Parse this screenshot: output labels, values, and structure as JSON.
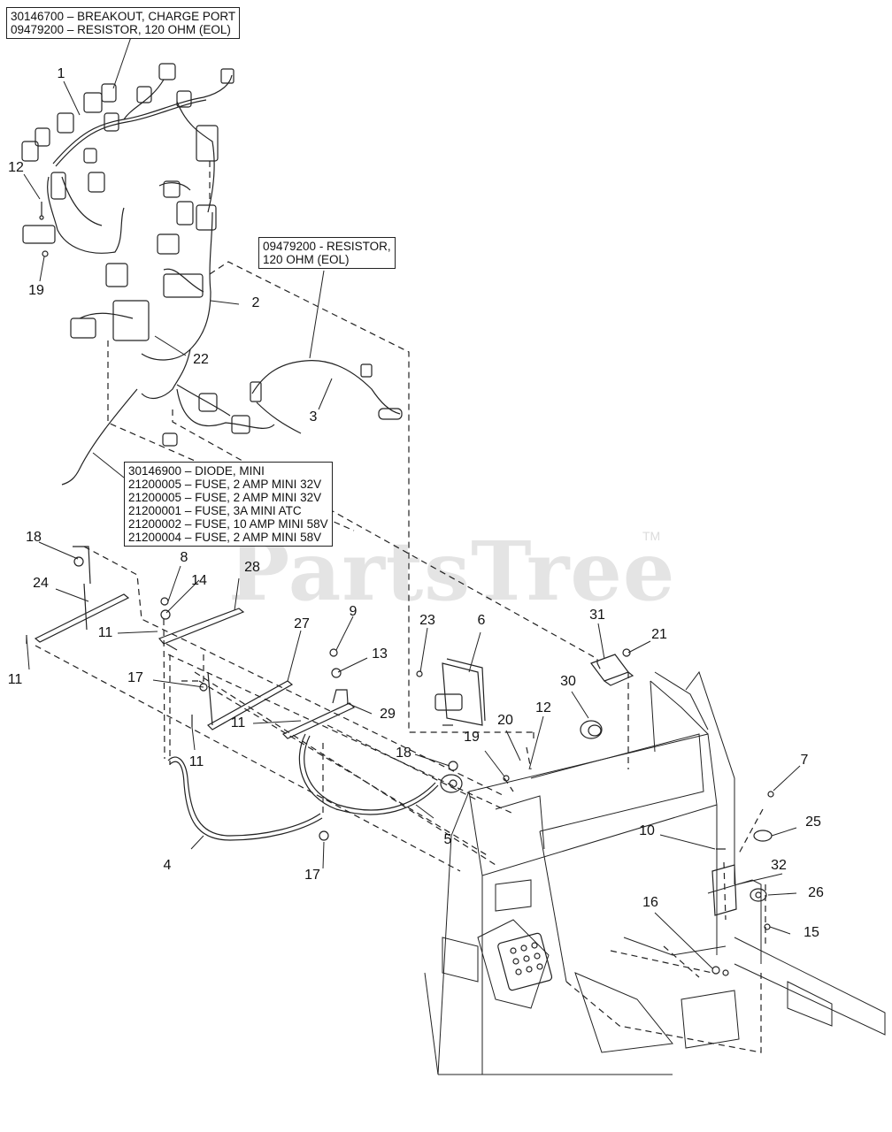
{
  "watermark": {
    "text": "PartsTree",
    "tm": "TM"
  },
  "callouts": {
    "top_left": [
      "30146700 – BREAKOUT, CHARGE PORT",
      "09479200 – RESISTOR, 120 OHM (EOL)"
    ],
    "resistor": [
      "09479200 - RESISTOR,",
      "120 OHM (EOL)"
    ],
    "fuses": [
      "30146900 – DIODE, MINI",
      "21200005 – FUSE, 2 AMP MINI 32V",
      "21200005 – FUSE, 2 AMP MINI 32V",
      "21200001 – FUSE, 3A MINI ATC",
      "21200002 – FUSE, 10 AMP MINI 58V",
      "21200004 – FUSE, 2 AMP MINI 58V"
    ]
  },
  "part_numbers": {
    "p1": "1",
    "p2": "2",
    "p3": "3",
    "p4": "4",
    "p5": "5",
    "p6": "6",
    "p7": "7",
    "p8": "8",
    "p9": "9",
    "p10": "10",
    "p11a": "11",
    "p11b": "11",
    "p11c": "11",
    "p11d": "11",
    "p12a": "12",
    "p12b": "12",
    "p13": "13",
    "p14": "14",
    "p15": "15",
    "p16": "16",
    "p17a": "17",
    "p17b": "17",
    "p18a": "18",
    "p18b": "18",
    "p19a": "19",
    "p19b": "19",
    "p20": "20",
    "p21": "21",
    "p22": "22",
    "p23": "23",
    "p24": "24",
    "p25": "25",
    "p26": "26",
    "p27": "27",
    "p28": "28",
    "p29": "29",
    "p30": "30",
    "p31": "31",
    "p32": "32"
  }
}
